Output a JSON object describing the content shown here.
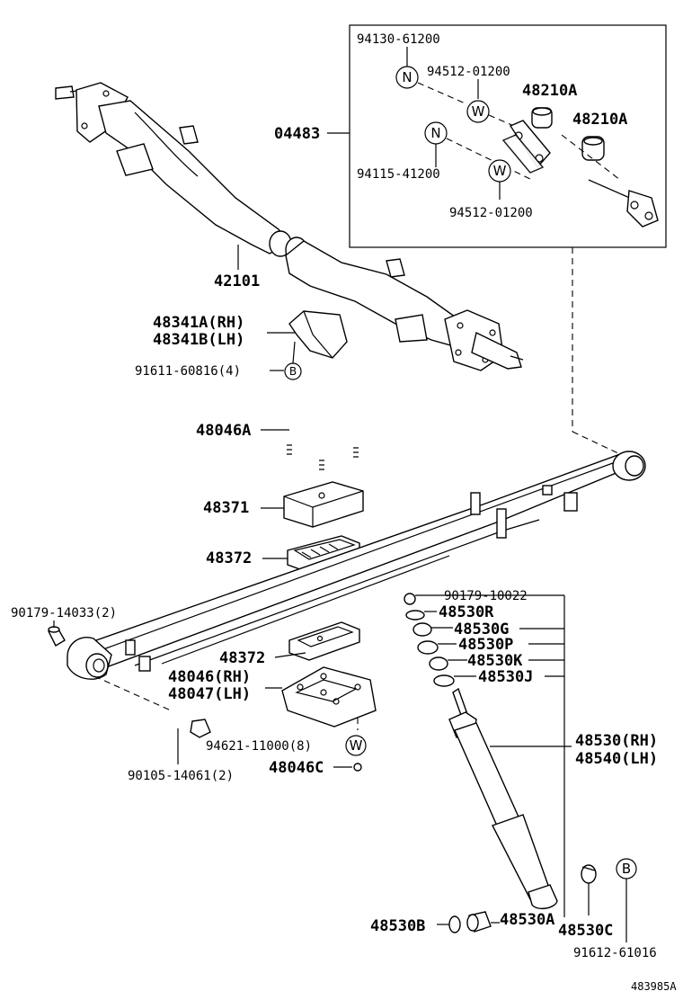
{
  "diagram": {
    "figure_id": "483985A",
    "kit": {
      "group_number": "04483",
      "part_a": "94130-61200",
      "part_b": "94512-01200",
      "part_c": "48210A",
      "part_d": "48210A",
      "part_e": "94115-41200",
      "part_f": "94512-01200",
      "symbol_n": "N",
      "symbol_w": "W"
    },
    "axle": {
      "part": "42101"
    },
    "bumper": {
      "rh": "48341A(RH)",
      "lh": "48341B(LH)",
      "bolt": "91611-60816(4)",
      "symbol": "B"
    },
    "ubolt": "48046A",
    "spacer": "48371",
    "pad_upper": "48372",
    "pad_lower": "48372",
    "bushing_bolt": "90179-14033(2)",
    "seat": {
      "rh": "48046(RH)",
      "lh": "48047(LH)"
    },
    "washer": {
      "part": "94621-11000(8)",
      "symbol": "W"
    },
    "shackle_bolt": "90105-14061(2)",
    "nut": "48046C",
    "shock": {
      "nut": "90179-10022",
      "r": "48530R",
      "g": "48530G",
      "p": "48530P",
      "k": "48530K",
      "j": "48530J",
      "rh": "48530(RH)",
      "lh": "48540(LH)",
      "b": "48530B",
      "a": "48530A",
      "c": "48530C",
      "bolt": "91612-61016",
      "symbol": "B"
    }
  }
}
